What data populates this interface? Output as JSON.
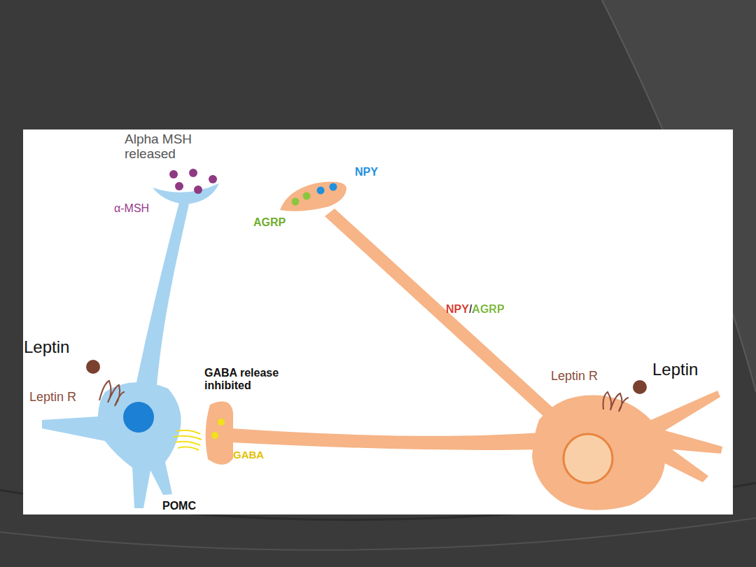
{
  "diagram": {
    "labels": [
      "Alpha MSH released",
      "α-MSH",
      "NPY",
      "AGRP",
      "NPY/AGRP",
      "Leptin",
      "Leptin R",
      "GABA release inhibited",
      "GABA",
      "POMC",
      "Leptin R",
      "Leptin"
    ]
  }
}
